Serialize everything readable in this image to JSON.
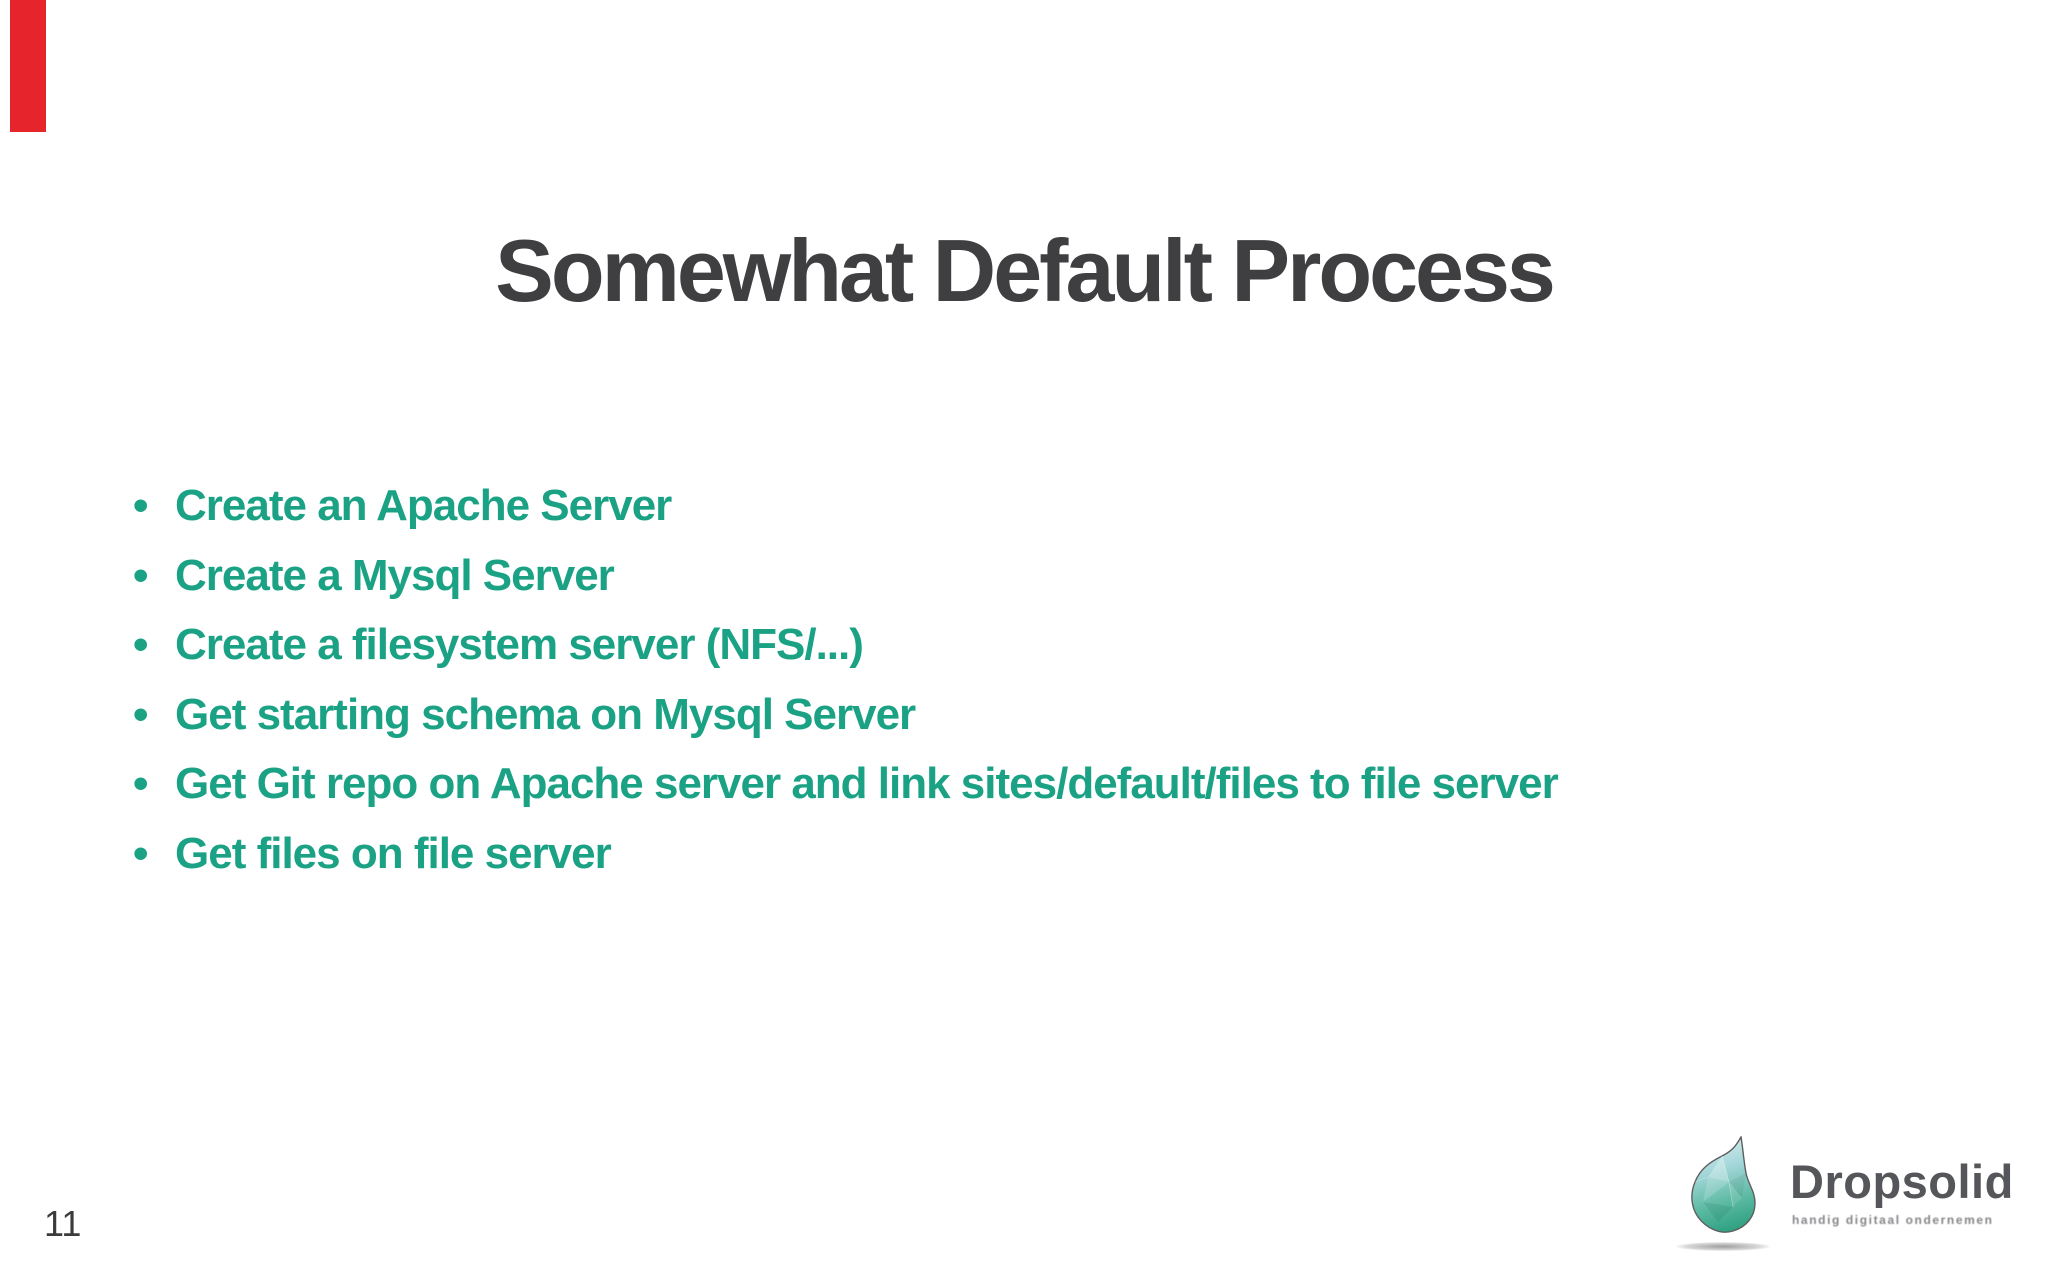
{
  "slide": {
    "title": "Somewhat Default Process",
    "bullets": [
      "Create an Apache Server",
      "Create a Mysql Server",
      "Create a filesystem server (NFS/...)",
      "Get starting schema on Mysql Server",
      "Get Git repo on Apache server and link sites/default/files to file server",
      "Get files on file server"
    ],
    "bullet_marker": "•",
    "page_number": "11",
    "logo": {
      "brand": "Dropsolid",
      "tagline": "handig digitaal ondernemen",
      "icon": "water-drop-icon"
    },
    "colors": {
      "accent_red": "#e5252b",
      "bullet_green": "#1ba285",
      "title_gray": "#3f3f41",
      "logo_gray": "#55565a",
      "background": "#ffffff"
    }
  }
}
